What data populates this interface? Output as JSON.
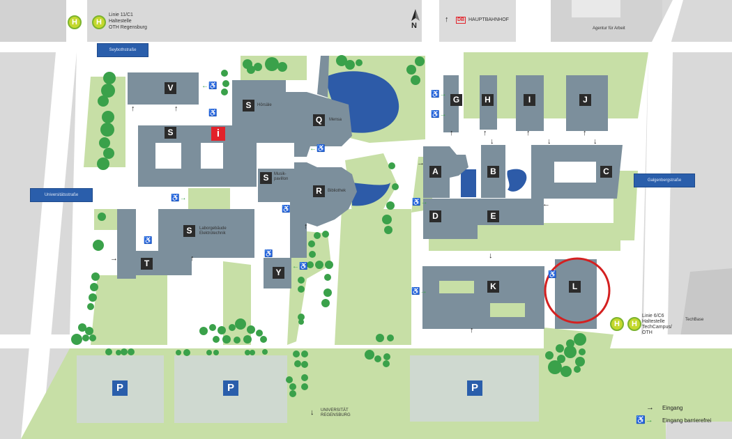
{
  "map": {
    "colors": {
      "background": "#d9d9d9",
      "road": "#ffffff",
      "grass": "#c7dfa6",
      "building": "#7c8f9c",
      "water": "#2d5ba8",
      "tree": "#3aa14a",
      "parking": "#cfd9d0",
      "marker_ring": "#d42020"
    },
    "icons": {
      "compass": "north-arrow-icon",
      "transit": "bus-stop-icon",
      "info": "info-icon",
      "parking": "parking-icon",
      "entrance": "arrow-icon",
      "barrier_free": "wheelchair-icon",
      "railway": "db-logo-icon"
    }
  },
  "compass": {
    "label": "N"
  },
  "transit": {
    "stop_top": {
      "symbol": "H",
      "lines": [
        "Linie 11/C1",
        "Haltestelle",
        "OTH Regensburg"
      ]
    },
    "stop_right": {
      "symbol": "H",
      "lines": [
        "Linie 6/C6",
        "Haltestelle",
        "TechCampus/",
        "OTH"
      ]
    }
  },
  "hauptbahnhof": {
    "logo": "DB",
    "label": "HAUPTBAHNHOF"
  },
  "labels": {
    "agentur": "Agentur für Arbeit",
    "techbase": "TechBase",
    "universitaet": [
      "UNIVERSITÄT",
      "REGENSBURG"
    ],
    "hoersaele": "Hörsäle",
    "mensa": "Mensa",
    "musikpavillon": [
      "Musik-",
      "pavillon"
    ],
    "bibliothek": "Bibliothek",
    "laborgebaeude": [
      "Laborgebäude",
      "Elektrotechnik"
    ]
  },
  "streets": {
    "seybothstrasse": "Seybothstraße",
    "universitaetsstrasse": "Universitätsstraße",
    "galgenbergstrasse": "Galgenbergstraße"
  },
  "buildings": [
    "V",
    "S",
    "S",
    "i",
    "Q",
    "S",
    "R",
    "S",
    "T",
    "Y",
    "G",
    "H",
    "I",
    "J",
    "A",
    "B",
    "C",
    "D",
    "E",
    "K",
    "L"
  ],
  "parking_symbol": "P",
  "legend": {
    "entrance": "Eingang",
    "barrier_free": "Eingang barrierefrei"
  },
  "highlight": {
    "building": "L"
  }
}
